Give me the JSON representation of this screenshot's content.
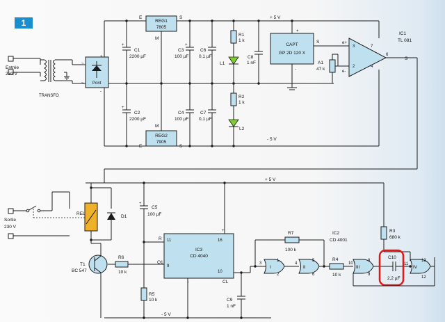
{
  "figure_number": "1",
  "highlight_color": "#e01818",
  "box_fill": "#bfe0ee",
  "badge_fill": "#1a8fd0",
  "labels": {
    "input": [
      "Entrée",
      "230 V"
    ],
    "transformer": "TRANSFO",
    "bridge": "Pont",
    "output": [
      "Sortie",
      "230 V"
    ],
    "rel": "REL",
    "d1": "D1"
  },
  "reg1": {
    "name": "REG1",
    "part": "7805",
    "e": "E",
    "s": "S",
    "m": "M"
  },
  "reg2": {
    "name": "REG2",
    "part": "7905",
    "e": "E",
    "s": "S",
    "m": "M"
  },
  "capt": {
    "name": "CAPT",
    "part": "GP 2D 120 X",
    "s": "S",
    "plus": "+",
    "minus": "-"
  },
  "ic1": {
    "name": "IC1",
    "part": "TL 081",
    "s": "S",
    "pins": [
      "3",
      "7",
      "2",
      "4",
      "6"
    ],
    "e_plus": "e+",
    "e_minus": "e-"
  },
  "ic3": {
    "name": "IC3",
    "part": "CD 4040",
    "pins": [
      "11",
      "16",
      "9",
      "10"
    ],
    "r": "R",
    "q1": "Q1",
    "cl": "CL",
    "plus": "+",
    "minus": "-"
  },
  "ic2": {
    "name": "IC2",
    "part": "CD 4001"
  },
  "rails": {
    "pos_top": "+ 5 V",
    "neg_top": "- 5 V",
    "pos_bottom": "+ 5 V",
    "neg_bottom": "- 5 V"
  },
  "components": {
    "c1": [
      "C1",
      "2200 µF"
    ],
    "c2": [
      "C2",
      "2200 µF"
    ],
    "c3": [
      "C3",
      "100 µF"
    ],
    "c4": [
      "C4",
      "100 µF"
    ],
    "c6": [
      "C6",
      "0,1 µF"
    ],
    "c7": [
      "C7",
      "0,1 µF"
    ],
    "c8": [
      "C8",
      "1 nF"
    ],
    "r1": [
      "R1",
      "1 k"
    ],
    "r2": [
      "R2",
      "1 k"
    ],
    "l1": "L1",
    "l2": "L2",
    "a1": [
      "A1",
      "47 k"
    ],
    "c5": [
      "C5",
      "100 µF"
    ],
    "t1": [
      "T1",
      "BC 547"
    ],
    "r6": [
      "R6",
      "10 k"
    ],
    "r5": [
      "R5",
      "10 k"
    ],
    "c9": [
      "C9",
      "1 nF"
    ],
    "r7": [
      "R7",
      "100 k"
    ],
    "r4": [
      "R4",
      "10 k"
    ],
    "r3": [
      "R3",
      "680 k"
    ],
    "c10": [
      "C10",
      "2,2 µF"
    ]
  },
  "gates": [
    {
      "name": "I",
      "pins": [
        "3",
        "1",
        "2"
      ]
    },
    {
      "name": "II",
      "pins": [
        "4",
        "5",
        "6"
      ]
    },
    {
      "name": "III",
      "pins": [
        "10",
        "8",
        "9"
      ]
    },
    {
      "name": "IV",
      "pins": [
        "11",
        "13",
        "12"
      ]
    }
  ],
  "symbols": {
    "plus": "+",
    "minus": "-",
    "tilde": "~"
  }
}
